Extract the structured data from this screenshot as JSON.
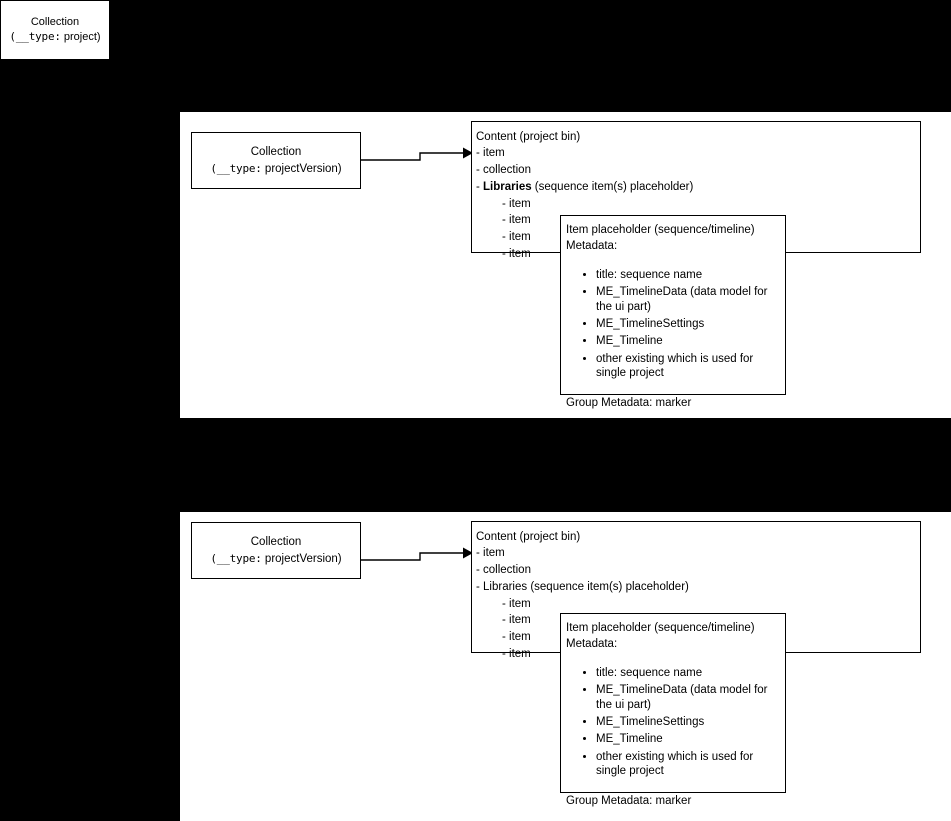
{
  "colors": {
    "background": "#000000",
    "panel": "#ffffff",
    "stroke": "#000000",
    "text": "#000000"
  },
  "standalone_box": {
    "title": "Collection",
    "type_label": "(__type:",
    "type_value": " project)"
  },
  "diagrams": [
    {
      "id": "diagram-top",
      "collection_box": {
        "title": "Collection",
        "type_label": "(__type:",
        "type_value": " projectVersion)"
      },
      "connector": {
        "name": "collection-to-content-arrow"
      },
      "content_box": {
        "heading": "Content (project bin)",
        "rows": [
          {
            "text": "- item",
            "indent": false,
            "bold": false
          },
          {
            "text": "- collection",
            "indent": false,
            "bold": false
          },
          {
            "prefix": "- ",
            "bold_text": "Libraries",
            "suffix": " (sequence item(s) placeholder)",
            "indent": false,
            "bold": true
          },
          {
            "text": "- item",
            "indent": true,
            "bold": false
          },
          {
            "text": "- item",
            "indent": true,
            "bold": false
          },
          {
            "text": "- item",
            "indent": true,
            "bold": false
          },
          {
            "text": "- item",
            "indent": true,
            "bold": false
          }
        ]
      },
      "placeholder_box": {
        "heading": "Item placeholder (sequence/timeline)",
        "subheading": "Metadata:",
        "bullets": [
          "title: sequence name",
          "ME_TimelineData (data model for the ui part)",
          "ME_TimelineSettings",
          "ME_Timeline",
          "other existing which is used for single project"
        ],
        "footer": "Group Metadata: marker"
      }
    },
    {
      "id": "diagram-bottom",
      "collection_box": {
        "title": "Collection",
        "type_label": "(__type:",
        "type_value": " projectVersion)"
      },
      "connector": {
        "name": "collection-to-content-arrow"
      },
      "content_box": {
        "heading": "Content (project bin)",
        "rows": [
          {
            "text": "- item",
            "indent": false,
            "bold": false
          },
          {
            "text": "- collection",
            "indent": false,
            "bold": false
          },
          {
            "prefix": "- ",
            "bold_text": "Libraries",
            "suffix": " (sequence item(s) placeholder)",
            "indent": false,
            "bold": false
          },
          {
            "text": "- item",
            "indent": true,
            "bold": false
          },
          {
            "text": "- item",
            "indent": true,
            "bold": false
          },
          {
            "text": "- item",
            "indent": true,
            "bold": false
          },
          {
            "text": "- item",
            "indent": true,
            "bold": false
          }
        ]
      },
      "placeholder_box": {
        "heading": "Item placeholder (sequence/timeline)",
        "subheading": "Metadata:",
        "bullets": [
          "title: sequence name",
          "ME_TimelineData (data model for the ui part)",
          "ME_TimelineSettings",
          "ME_Timeline",
          "other existing which is used for single project"
        ],
        "footer": "Group Metadata: marker"
      }
    }
  ]
}
